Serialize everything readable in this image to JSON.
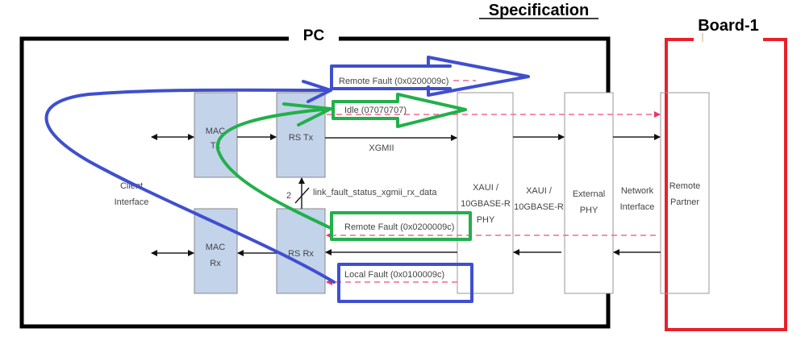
{
  "headers": {
    "pc": "PC",
    "specification": "Specification",
    "board": "Board-1"
  },
  "blocks": {
    "mac_tx": [
      "MAC",
      "Tx"
    ],
    "rs_tx": "RS Tx",
    "mac_rx": [
      "MAC",
      "Rx"
    ],
    "rs_rx": "RS Rx",
    "xaui_phy": [
      "XAUI /",
      "10GBASE-R",
      "PHY"
    ],
    "xaui_link": [
      "XAUI /",
      "10GBASE-R"
    ],
    "external_phy": [
      "External",
      "PHY"
    ],
    "network_interface": [
      "Network",
      "Interface"
    ],
    "remote_partner": [
      "Remote",
      "Partner"
    ],
    "client_interface": [
      "Client",
      "Interface"
    ]
  },
  "signals": {
    "xgmii": "XGMII",
    "bus_width": "2",
    "link_fault": "link_fault_status_xgmii_rx_data",
    "remote_fault_tx": "Remote Fault (0x0200009c)",
    "idle": "Idle (07070707)",
    "remote_fault_rx": "Remote Fault (0x0200009c)",
    "local_fault": "Local Fault (0x0100009c)"
  },
  "colors": {
    "blue_annotation": "#3f4fcf",
    "green_annotation": "#22b04a",
    "red_board": "#e8202a",
    "block_fill": "#c3d3ea",
    "dashed_pink": "#f06a90"
  }
}
